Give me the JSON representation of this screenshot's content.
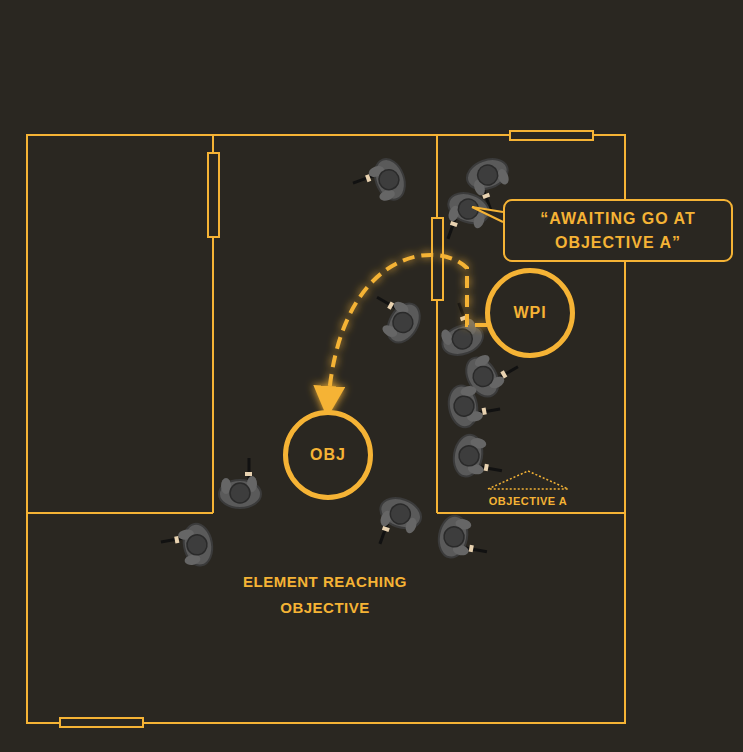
{
  "diagram": {
    "nodes": [
      {
        "text": [
          "“AWAITING GO AT OBJECTIVE A”"
        ]
      },
      {
        "text": [
          "WPI"
        ]
      },
      {
        "text": [
          "OBJ"
        ]
      }
    ],
    "edges": [
      {
        "from": 1,
        "to": 2,
        "arrow": "to"
      }
    ],
    "labels": [
      "OBJECTIVE A",
      "ELEMENT REACHING OBJECTIVE"
    ]
  }
}
